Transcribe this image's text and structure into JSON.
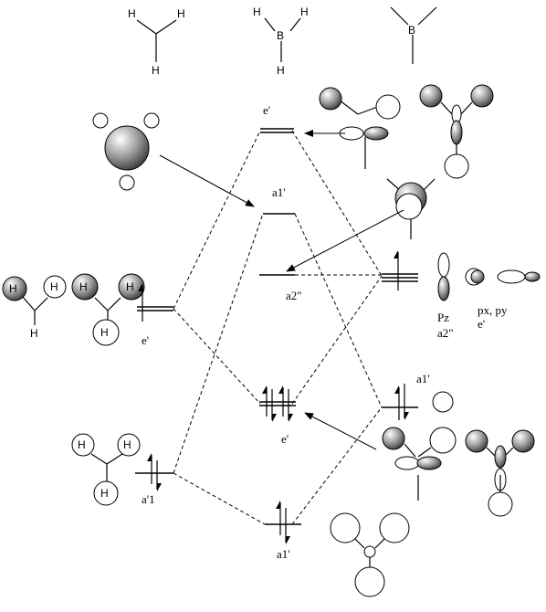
{
  "atoms": {
    "h": "H",
    "b": "B"
  },
  "labels": {
    "e_prime_top": "e'",
    "a1_prime_mid": "a1'",
    "a2_double_prime": "a2\"",
    "pz": "Pz",
    "pz_sym": "a2\"",
    "px_py": "px, py",
    "px_py_sym": "e'",
    "h3_e_prime": "e'",
    "a1_prime_right": "a1'",
    "e_prime_bonding": "e'",
    "a1_h3": "a'1",
    "a1_prime_bottom": "a1'"
  },
  "colors": {
    "line": "#000000",
    "lobe_dark": "#555555",
    "lobe_light": "#ffffff"
  }
}
